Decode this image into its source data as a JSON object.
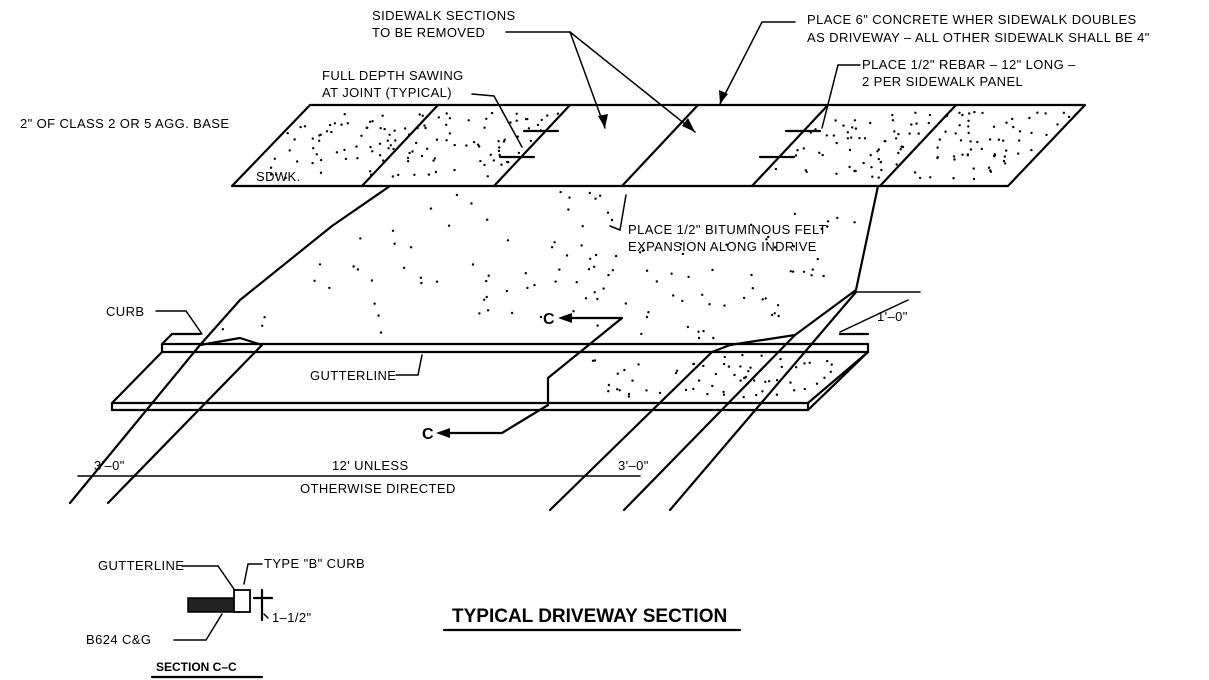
{
  "labels": {
    "removed_1": "SIDEWALK SECTIONS",
    "removed_2": "TO BE REMOVED",
    "concrete_1": "PLACE 6\" CONCRETE WHER SIDEWALK DOUBLES",
    "concrete_2": "AS DRIVEWAY – ALL OTHER SIDEWALK SHALL BE 4\"",
    "sawing_1": "FULL DEPTH SAWING",
    "sawing_2": "AT JOINT (TYPICAL)",
    "rebar_1": "PLACE 1/2\" REBAR – 12\" LONG –",
    "rebar_2": "2 PER SIDEWALK PANEL",
    "base": "2\" OF CLASS 2 OR 5 AGG. BASE",
    "sdwk": "SDWK.",
    "felt_1": "PLACE 1/2\" BITUMINOUS FELT",
    "felt_2": "EXPANSION ALONG INDRIVE",
    "curb": "CURB",
    "section_mark_top": "C",
    "section_mark_bottom": "C",
    "dim_1ft": "1'–0\"",
    "gutterline": "GUTTERLINE",
    "dim_3ft_left": "3'–0\"",
    "dim_12_1": "12' UNLESS",
    "dim_12_2": "OTHERWISE DIRECTED",
    "dim_3ft_right": "3'–0\""
  },
  "section_detail": {
    "gutterline": "GUTTERLINE",
    "curb_type": "TYPE \"B\" CURB",
    "height": "1–1/2\"",
    "spec": "B624 C&G",
    "caption": "SECTION C–C"
  },
  "title": "TYPICAL DRIVEWAY SECTION"
}
